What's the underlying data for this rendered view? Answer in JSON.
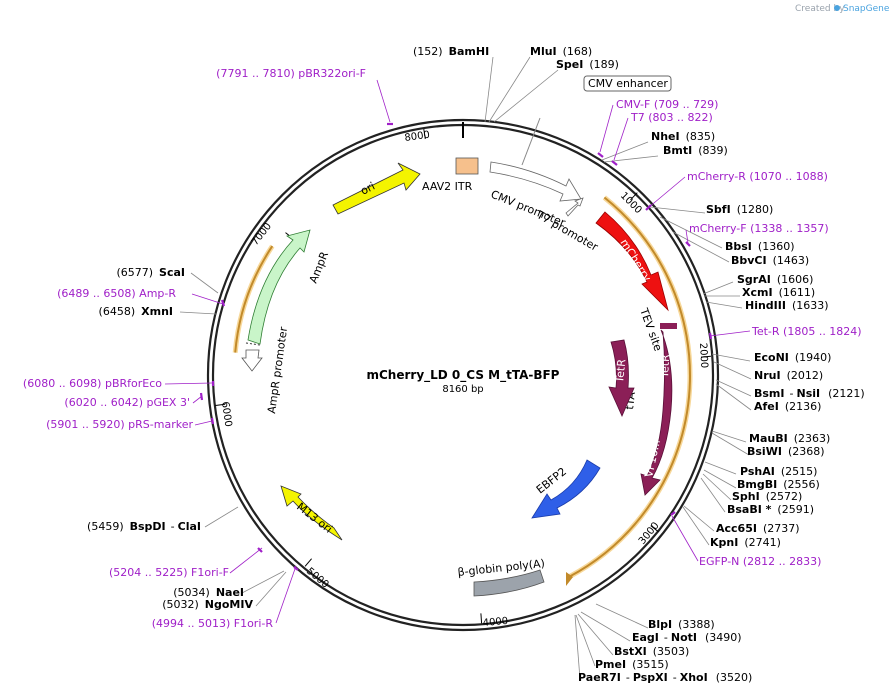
{
  "credit": {
    "text": "Created by",
    "brand": "SnapGene"
  },
  "plasmid": {
    "name": "mCherry_LD 0_CS M_tTA-BFP",
    "size_label": "8160 bp"
  },
  "colors": {
    "mcherry": "#ee1111",
    "tetr": "#8b1f57",
    "ebfp2": "#2f5fe8",
    "ori": "#f4f400",
    "m13ori": "#f4f400",
    "ampr": "#c9f5c9",
    "itr": "#f6c08c",
    "polyA": "#9ca3ab",
    "orf": "#c28a2a",
    "primer": "#a020c8"
  },
  "ticks": [
    "1000",
    "2000",
    "3000",
    "4000",
    "5000",
    "6000",
    "7000",
    "8000"
  ],
  "sites_right": [
    {
      "pos": "(152)",
      "name": "BamHI"
    },
    {
      "name": "MluI",
      "pos": "(168)"
    },
    {
      "name": "SpeI",
      "pos": "(189)"
    },
    {
      "name": "NheI",
      "pos": "(835)"
    },
    {
      "name": "BmtI",
      "pos": "(839)"
    },
    {
      "name": "SbfI",
      "pos": "(1280)"
    },
    {
      "name": "BbsI",
      "pos": "(1360)"
    },
    {
      "name": "BbvCI",
      "pos": "(1463)"
    },
    {
      "name": "SgrAI",
      "pos": "(1606)"
    },
    {
      "name": "XcmI",
      "pos": "(1611)"
    },
    {
      "name": "HindIII",
      "pos": "(1633)"
    },
    {
      "name": "EcoNI",
      "pos": "(1940)"
    },
    {
      "name": "NruI",
      "pos": "(2012)"
    },
    {
      "name": "BsmI",
      "sep": "-",
      "name2": "NsiI",
      "pos": "(2121)"
    },
    {
      "name": "AfeI",
      "pos": "(2136)"
    },
    {
      "name": "MauBI",
      "pos": "(2363)"
    },
    {
      "name": "BsiWI",
      "pos": "(2368)"
    },
    {
      "name": "PshAI",
      "pos": "(2515)"
    },
    {
      "name": "BmgBI",
      "pos": "(2556)"
    },
    {
      "name": "SphI",
      "pos": "(2572)"
    },
    {
      "name": "BsaBI *",
      "pos": "(2591)"
    },
    {
      "name": "Acc65I",
      "pos": "(2737)"
    },
    {
      "name": "KpnI",
      "pos": "(2741)"
    },
    {
      "name": "BlpI",
      "pos": "(3388)"
    },
    {
      "name": "EagI",
      "sep": "-",
      "name2": "NotI",
      "pos": "(3490)"
    },
    {
      "name": "BstXI",
      "pos": "(3503)"
    },
    {
      "name": "PmeI",
      "pos": "(3515)"
    },
    {
      "name": "PaeR7I",
      "sep": "-",
      "name2": "PspXI",
      "sep2": "-",
      "name3": "XhoI",
      "pos": "(3520)"
    }
  ],
  "sites_left": [
    {
      "pos": "(6577)",
      "name": "ScaI"
    },
    {
      "pos": "(6458)",
      "name": "XmnI"
    },
    {
      "pos": "(5459)",
      "name": "BspDI",
      "sep": "-",
      "name2": "ClaI"
    },
    {
      "pos": "(5034)",
      "name": "NaeI"
    },
    {
      "pos": "(5032)",
      "name": "NgoMIV"
    }
  ],
  "primers": [
    {
      "text": "(7791 .. 7810)  pBR322ori-F"
    },
    {
      "text": "CMV-F     (709 .. 729)"
    },
    {
      "text": "T7     (803 .. 822)"
    },
    {
      "text": "mCherry-R     (1070 .. 1088)"
    },
    {
      "text": "mCherry-F     (1338 .. 1357)"
    },
    {
      "text": "Tet-R     (1805 .. 1824)"
    },
    {
      "text": "EGFP-N     (2812 .. 2833)"
    },
    {
      "text": "(6489 .. 6508)  Amp-R"
    },
    {
      "text": "(6080 .. 6098)  pBRforEco"
    },
    {
      "text": "(6020 .. 6042)  pGEX 3'"
    },
    {
      "text": "(5901 .. 5920)  pRS-marker"
    },
    {
      "text": "(5204 .. 5225)  F1ori-F"
    },
    {
      "text": "(4994 .. 5013)  F1ori-R"
    }
  ],
  "features": {
    "cmv_enhancer": "CMV enhancer",
    "aav2_itr": "AAV2 ITR",
    "cmv_promoter": "CMV promoter",
    "t7_promoter": "T7 promoter",
    "mcherry": "mCherry",
    "tev_site": "TEV site",
    "tetr_inner": "TetR",
    "tetr_outer": "TetR",
    "tta": "tTA",
    "vp16": "VP16...",
    "ebfp2": "EBFP2",
    "globin_polyA": "β-globin poly(A)",
    "m13_ori": "M13 ori",
    "ampr": "AmpR",
    "ampr_promoter": "AmpR promoter",
    "ori": "ori"
  }
}
